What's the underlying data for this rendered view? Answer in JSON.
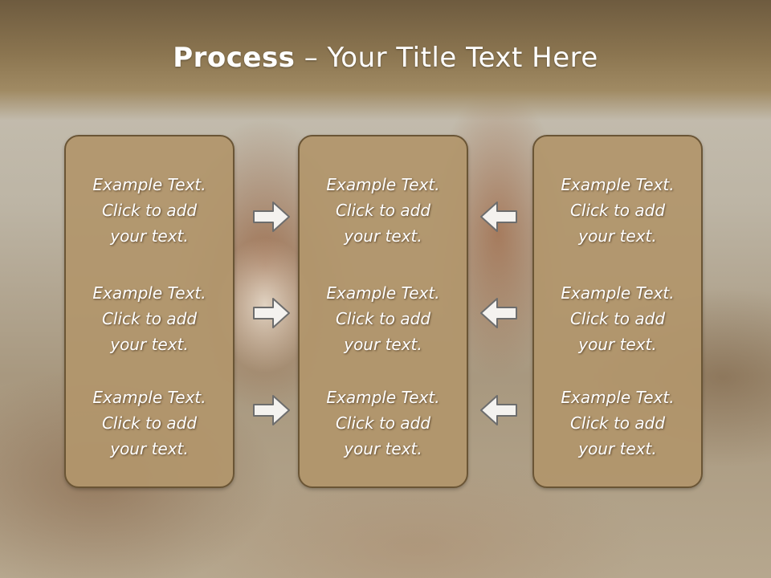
{
  "slide": {
    "title_bold": "Process",
    "title_rest": " – Your Title Text Here"
  },
  "columns": [
    {
      "items": [
        {
          "line1": "Example Text.",
          "line2": "Click  to add",
          "line3": "your text."
        },
        {
          "line1": "Example Text.",
          "line2": "Click  to add",
          "line3": "your text."
        },
        {
          "line1": "Example Text.",
          "line2": "Click  to add",
          "line3": "your text."
        }
      ]
    },
    {
      "items": [
        {
          "line1": "Example Text.",
          "line2": "Click  to add",
          "line3": "your text."
        },
        {
          "line1": "Example Text.",
          "line2": "Click  to add",
          "line3": "your text."
        },
        {
          "line1": "Example Text.",
          "line2": "Click  to add",
          "line3": "your text."
        }
      ]
    },
    {
      "items": [
        {
          "line1": "Example Text.",
          "line2": "Click  to add",
          "line3": "your text."
        },
        {
          "line1": "Example Text.",
          "line2": "Click  to add",
          "line3": "your text."
        },
        {
          "line1": "Example Text.",
          "line2": "Click  to add",
          "line3": "your text."
        }
      ]
    }
  ],
  "arrows": {
    "left_to_center": [
      "right-arrow-icon",
      "right-arrow-icon",
      "right-arrow-icon"
    ],
    "right_to_center": [
      "left-arrow-icon",
      "left-arrow-icon",
      "left-arrow-icon"
    ]
  },
  "colors": {
    "header": "#8b7550",
    "panel_fill": "#b2966c",
    "panel_border": "#6a5535",
    "text": "#ffffff"
  }
}
